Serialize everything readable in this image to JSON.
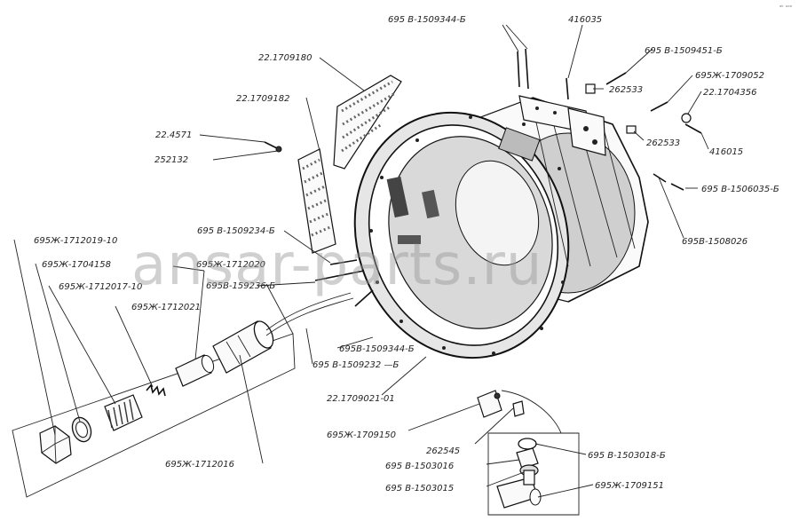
{
  "labels": {
    "p1": "695 В-1509344-Б",
    "p2": "416035",
    "p3": "695 В-1509451-Б",
    "p4": "695Ж-1709052",
    "p5": "262533",
    "p6": "22.1704356",
    "p7": "262533",
    "p8": "416015",
    "p9": "695 В-1506035-Б",
    "p10": "695В-1508026",
    "p11": "22.1709180",
    "p12": "22.1709182",
    "p13": "22.4571",
    "p14": "252132",
    "p15": "695 В-1509234-Б",
    "p16": "695Ж-1712019-10",
    "p17": "695Ж-1704158",
    "p18": "695Ж-1712020",
    "p19": "695В-159236-Б",
    "p20": "695Ж-1712017-10",
    "p21": "695Ж-1712021",
    "p22": "695В-1509344-Б",
    "p23": "695 В-1509232 —Б",
    "p24": "22.1709021-01",
    "p25": "695Ж-1709150",
    "p26": "262545",
    "p27": "695 В-1503018-Б",
    "p28": "695 В-1503016",
    "p29": "695 В-1503015",
    "p30": "695Ж-1709151",
    "p31": "695Ж-1712016"
  },
  "watermark": "ansar-parts.ru",
  "corner_mark": "ᵃᵏ ᵒᵒᵒ"
}
